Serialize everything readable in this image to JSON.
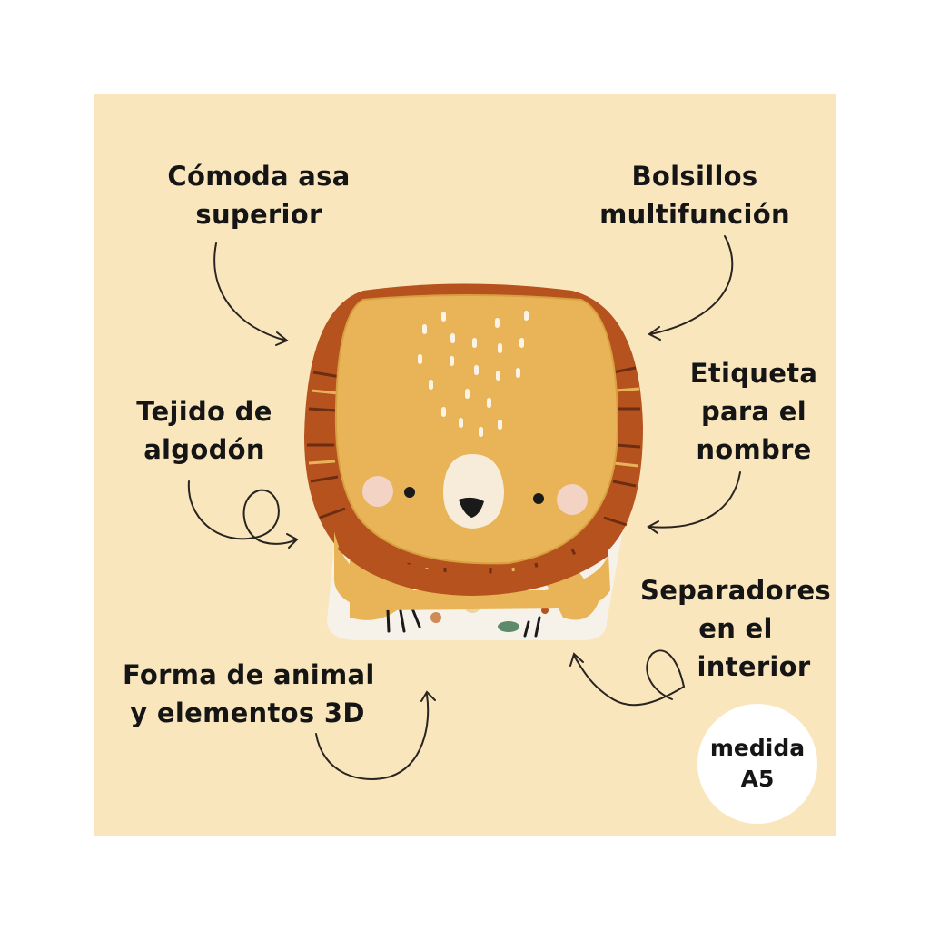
{
  "background_color": "#f9e6bd",
  "features": [
    {
      "id": "handle",
      "lines": [
        "Cómoda asa",
        "superior"
      ]
    },
    {
      "id": "pockets",
      "lines": [
        "Bolsillos",
        "multifunción"
      ]
    },
    {
      "id": "cotton",
      "lines": [
        "Tejido de",
        "algodón"
      ]
    },
    {
      "id": "name-tag",
      "lines": [
        "Etiqueta",
        "para el",
        "nombre"
      ]
    },
    {
      "id": "dividers",
      "lines": [
        "Separadores",
        "en el",
        "interior"
      ]
    },
    {
      "id": "animal-shape",
      "lines": [
        "Forma de animal",
        "y elementos 3D"
      ]
    }
  ],
  "badge": {
    "line1": "medida",
    "line2": "A5"
  },
  "product": {
    "icon": "lion-backpack-illustration",
    "colors": {
      "face": "#e8b457",
      "mane": "#b5521e",
      "body": "#f6f2ea"
    }
  }
}
